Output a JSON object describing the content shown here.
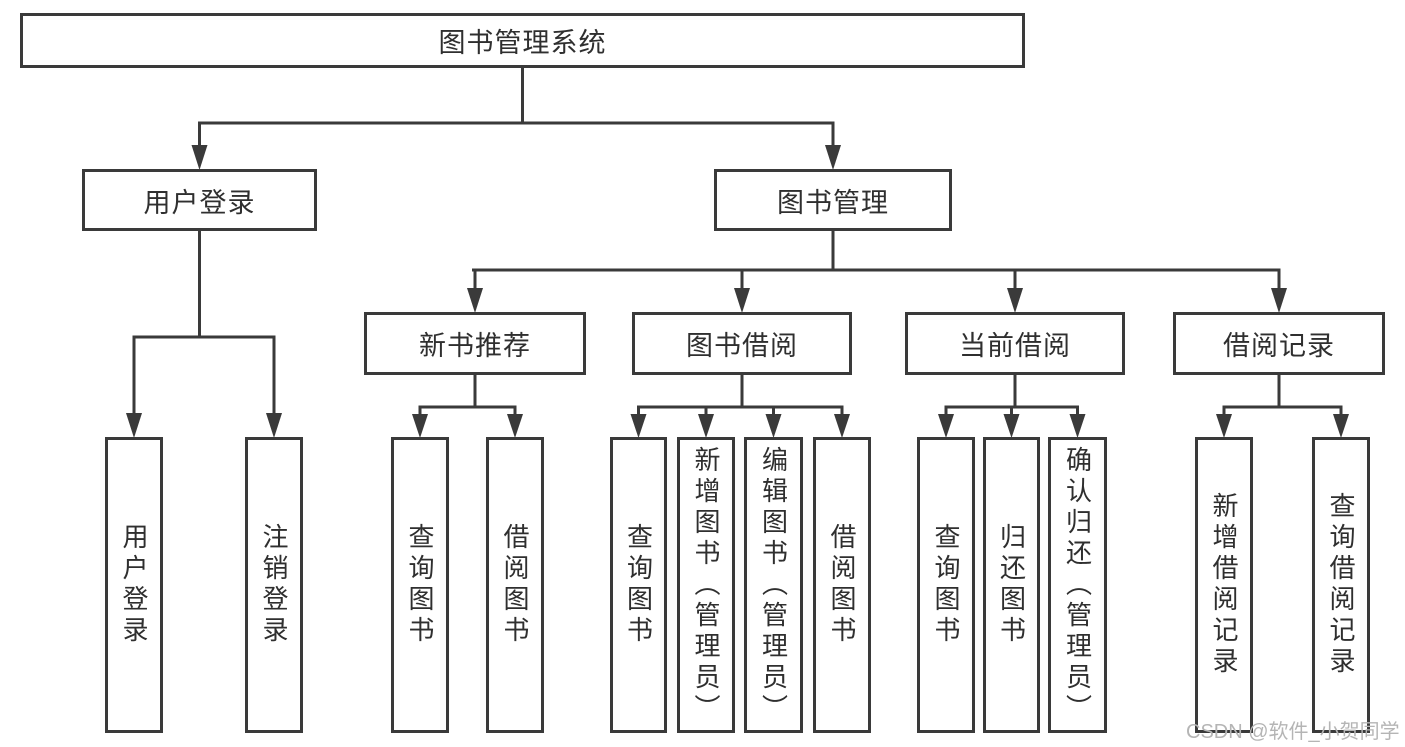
{
  "nodes": {
    "root": "图书管理系统",
    "user_login": "用户登录",
    "book_mgmt": "图书管理",
    "new_book": "新书推荐",
    "book_borrow": "图书借阅",
    "current_borrow": "当前借阅",
    "borrow_record": "借阅记录"
  },
  "leaves": {
    "user_login": [
      "用户登录",
      "注销登录"
    ],
    "new_book": [
      "查询图书",
      "借阅图书"
    ],
    "book_borrow": [
      "查询图书",
      "新增图书（管理员）",
      "编辑图书（管理员）",
      "借阅图书"
    ],
    "current_borrow": [
      "查询图书",
      "归还图书",
      "确认归还（管理员）"
    ],
    "borrow_record": [
      "新增借阅记录",
      "查询借阅记录"
    ]
  },
  "watermark": "CSDN @软件_小贺同学",
  "colors": {
    "line": "#3a3a3a",
    "text": "#2f2f2f",
    "watermark": "#b5b5b5"
  }
}
